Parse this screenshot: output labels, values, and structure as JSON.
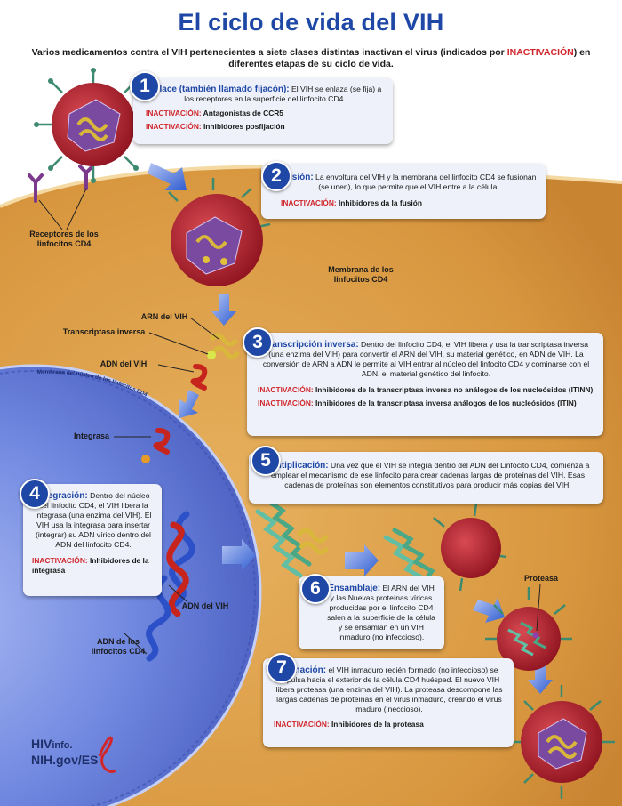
{
  "title": "El ciclo de vida del VIH",
  "subtitle_pre": "Varios medicamentos contra el VIH pertenecientes a siete clases distintas inactivan el virus (indicados por ",
  "subtitle_highlight": "INACTIVACIÓN",
  "subtitle_post": ") en diferentes etapas de su ciclo de vida.",
  "inact_label": "INACTIVACIÓN:",
  "steps": [
    {
      "num": "1",
      "heading": "Enlace (también llamado fijacón):",
      "text": " El VIH se enlaza (se fija) a los receptores en la superficie del linfocito CD4.",
      "inactivations": [
        "Antagonistas de CCR5",
        "Inhibidores posfijación"
      ]
    },
    {
      "num": "2",
      "heading": "Fusión:",
      "text": " La envoltura del VIH y la membrana del linfocito CD4 se fusionan (se unen), lo que permite que el VIH entre a la célula.",
      "inactivations": [
        "Inhibidores da la fusión"
      ]
    },
    {
      "num": "3",
      "heading": "Transcripción inversa:",
      "text": " Dentro del linfocito CD4, el VIH libera y usa la transcriptasa inversa (una enzima del VIH) para convertir el ARN del VIH, su material genético, en ADN de VIH. La conversión de ARN a ADN le permite al VIH entrar al núcleo del linfocito CD4 y cominarse con el ADN, el material genético del linfocito.",
      "inactivations": [
        "Inhibidores de la transcriptasa inversa no análogos de los nucleósidos (ITINN)",
        "Inhibidores de la transcriptasa inversa análogos de los nucleósidos (ITIN)"
      ]
    },
    {
      "num": "4",
      "heading": "Integración:",
      "text": " Dentro del núcleo del linfocito CD4, el VIH libera la integrasa (una enzima del VIH). El VIH usa la integrasa para insertar (integrar) su ADN vírico dentro del ADN del linfocito CD4.",
      "inactivations": [
        "Inhibidores de la integrasa"
      ]
    },
    {
      "num": "5",
      "heading": "Multiplicación:",
      "text": " Una vez que el VIH se integra dentro del ADN del Linfocito CD4, comienza a emplear el mecanismo de ese linfocito para crear cadenas largas de proteínas del VIH. Esas cadenas de proteínas son elementos constitutivos para producir más copias del VIH.",
      "inactivations": []
    },
    {
      "num": "6",
      "heading": "Ensamblaje:",
      "text": " El ARN del VIH y las Nuevas proteínas víricas producidas por el linfocito CD4 salen a la superficie de la célula y se ensamlan en un VIH inmaduro (no infeccioso).",
      "inactivations": []
    },
    {
      "num": "7",
      "heading": "Gemación:",
      "text": " el VIH inmaduro recién formado (no infeccioso) se impulsa hacia el exterior de la célula CD4 huésped. El nuevo VIH libera proteasa (una enzima del VIH). La proteasa descompone las largas cadenas de proteínas en el virus inmaduro, creando el virus maduro (ineccioso).",
      "inactivations": [
        "Inhibidores de la proteasa"
      ]
    }
  ],
  "labels": {
    "receptors": "Receptores de los linfocitos CD4",
    "membrane": "Membrana de los linfocitos CD4",
    "arn": "ARN del VIH",
    "rt": "Transcriptasa inversa",
    "adn_vih_1": "ADN del VIH",
    "nucleus_membrane": "Membrana del núcleo de los linfocitos CD4",
    "integrase": "Integrasa",
    "adn_vih_2": "ADN del VIH",
    "adn_cd4": "ADN de los linfocitos CD4",
    "protease": "Proteasa"
  },
  "logo": {
    "line1a": "HIV",
    "line1b": "info.",
    "line2": "NIH.gov/ES"
  },
  "colors": {
    "brand_blue": "#1f47a6",
    "inactivation_red": "#d0272d",
    "cell_orange": "#e8a94f",
    "nucleus_blue": "#6f86df",
    "virus_red": "#b3202c",
    "box_bg": "#eef1f9"
  }
}
